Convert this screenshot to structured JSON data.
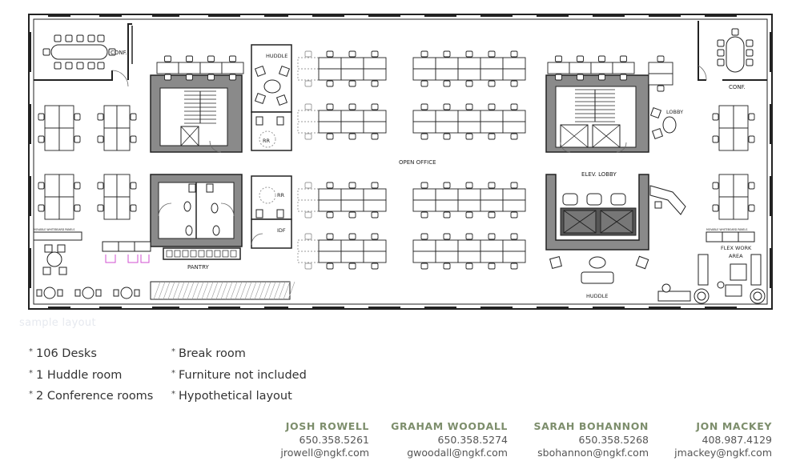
{
  "plan": {
    "labels": {
      "conf_left": "CONF.",
      "conf_right": "CONF.",
      "huddle_top": "HUDDLE",
      "rr_top": "RR",
      "rr_bottom": "RR",
      "idf": "IDF",
      "pantry": "PANTRY",
      "open_office": "OPEN OFFICE",
      "elev_lobby": "ELEV. LOBBY",
      "lobby": "LOBBY",
      "huddle_bottom": "HUDDLE",
      "flex_work": "FLEX WORK",
      "flex_area": "AREA",
      "movable_left": "MOVABLE WHITEBOARD PANELS",
      "movable_right": "MOVABLE WHITEBOARD PANELS"
    }
  },
  "caption": "sample layout",
  "notes": {
    "col1": [
      "106 Desks",
      "1 Huddle room",
      "2 Conference rooms"
    ],
    "col2": [
      "Break room",
      "Furniture not included",
      "Hypothetical layout"
    ]
  },
  "contacts": [
    {
      "name": "JOSH ROWELL",
      "phone": "650.358.5261",
      "email": "jrowell@ngkf.com"
    },
    {
      "name": "GRAHAM WOODALL",
      "phone": "650.358.5274",
      "email": "gwoodall@ngkf.com"
    },
    {
      "name": "SARAH BOHANNON",
      "phone": "650.358.5268",
      "email": "sbohannon@ngkf.com"
    },
    {
      "name": "JON MACKEY",
      "phone": "408.987.4129",
      "email": "jmackey@ngkf.com"
    }
  ],
  "colors": {
    "wall": "#222222",
    "core": "#8a8a8a",
    "contact_name": "#7d8e6c",
    "highlight": "#d04fd0"
  }
}
